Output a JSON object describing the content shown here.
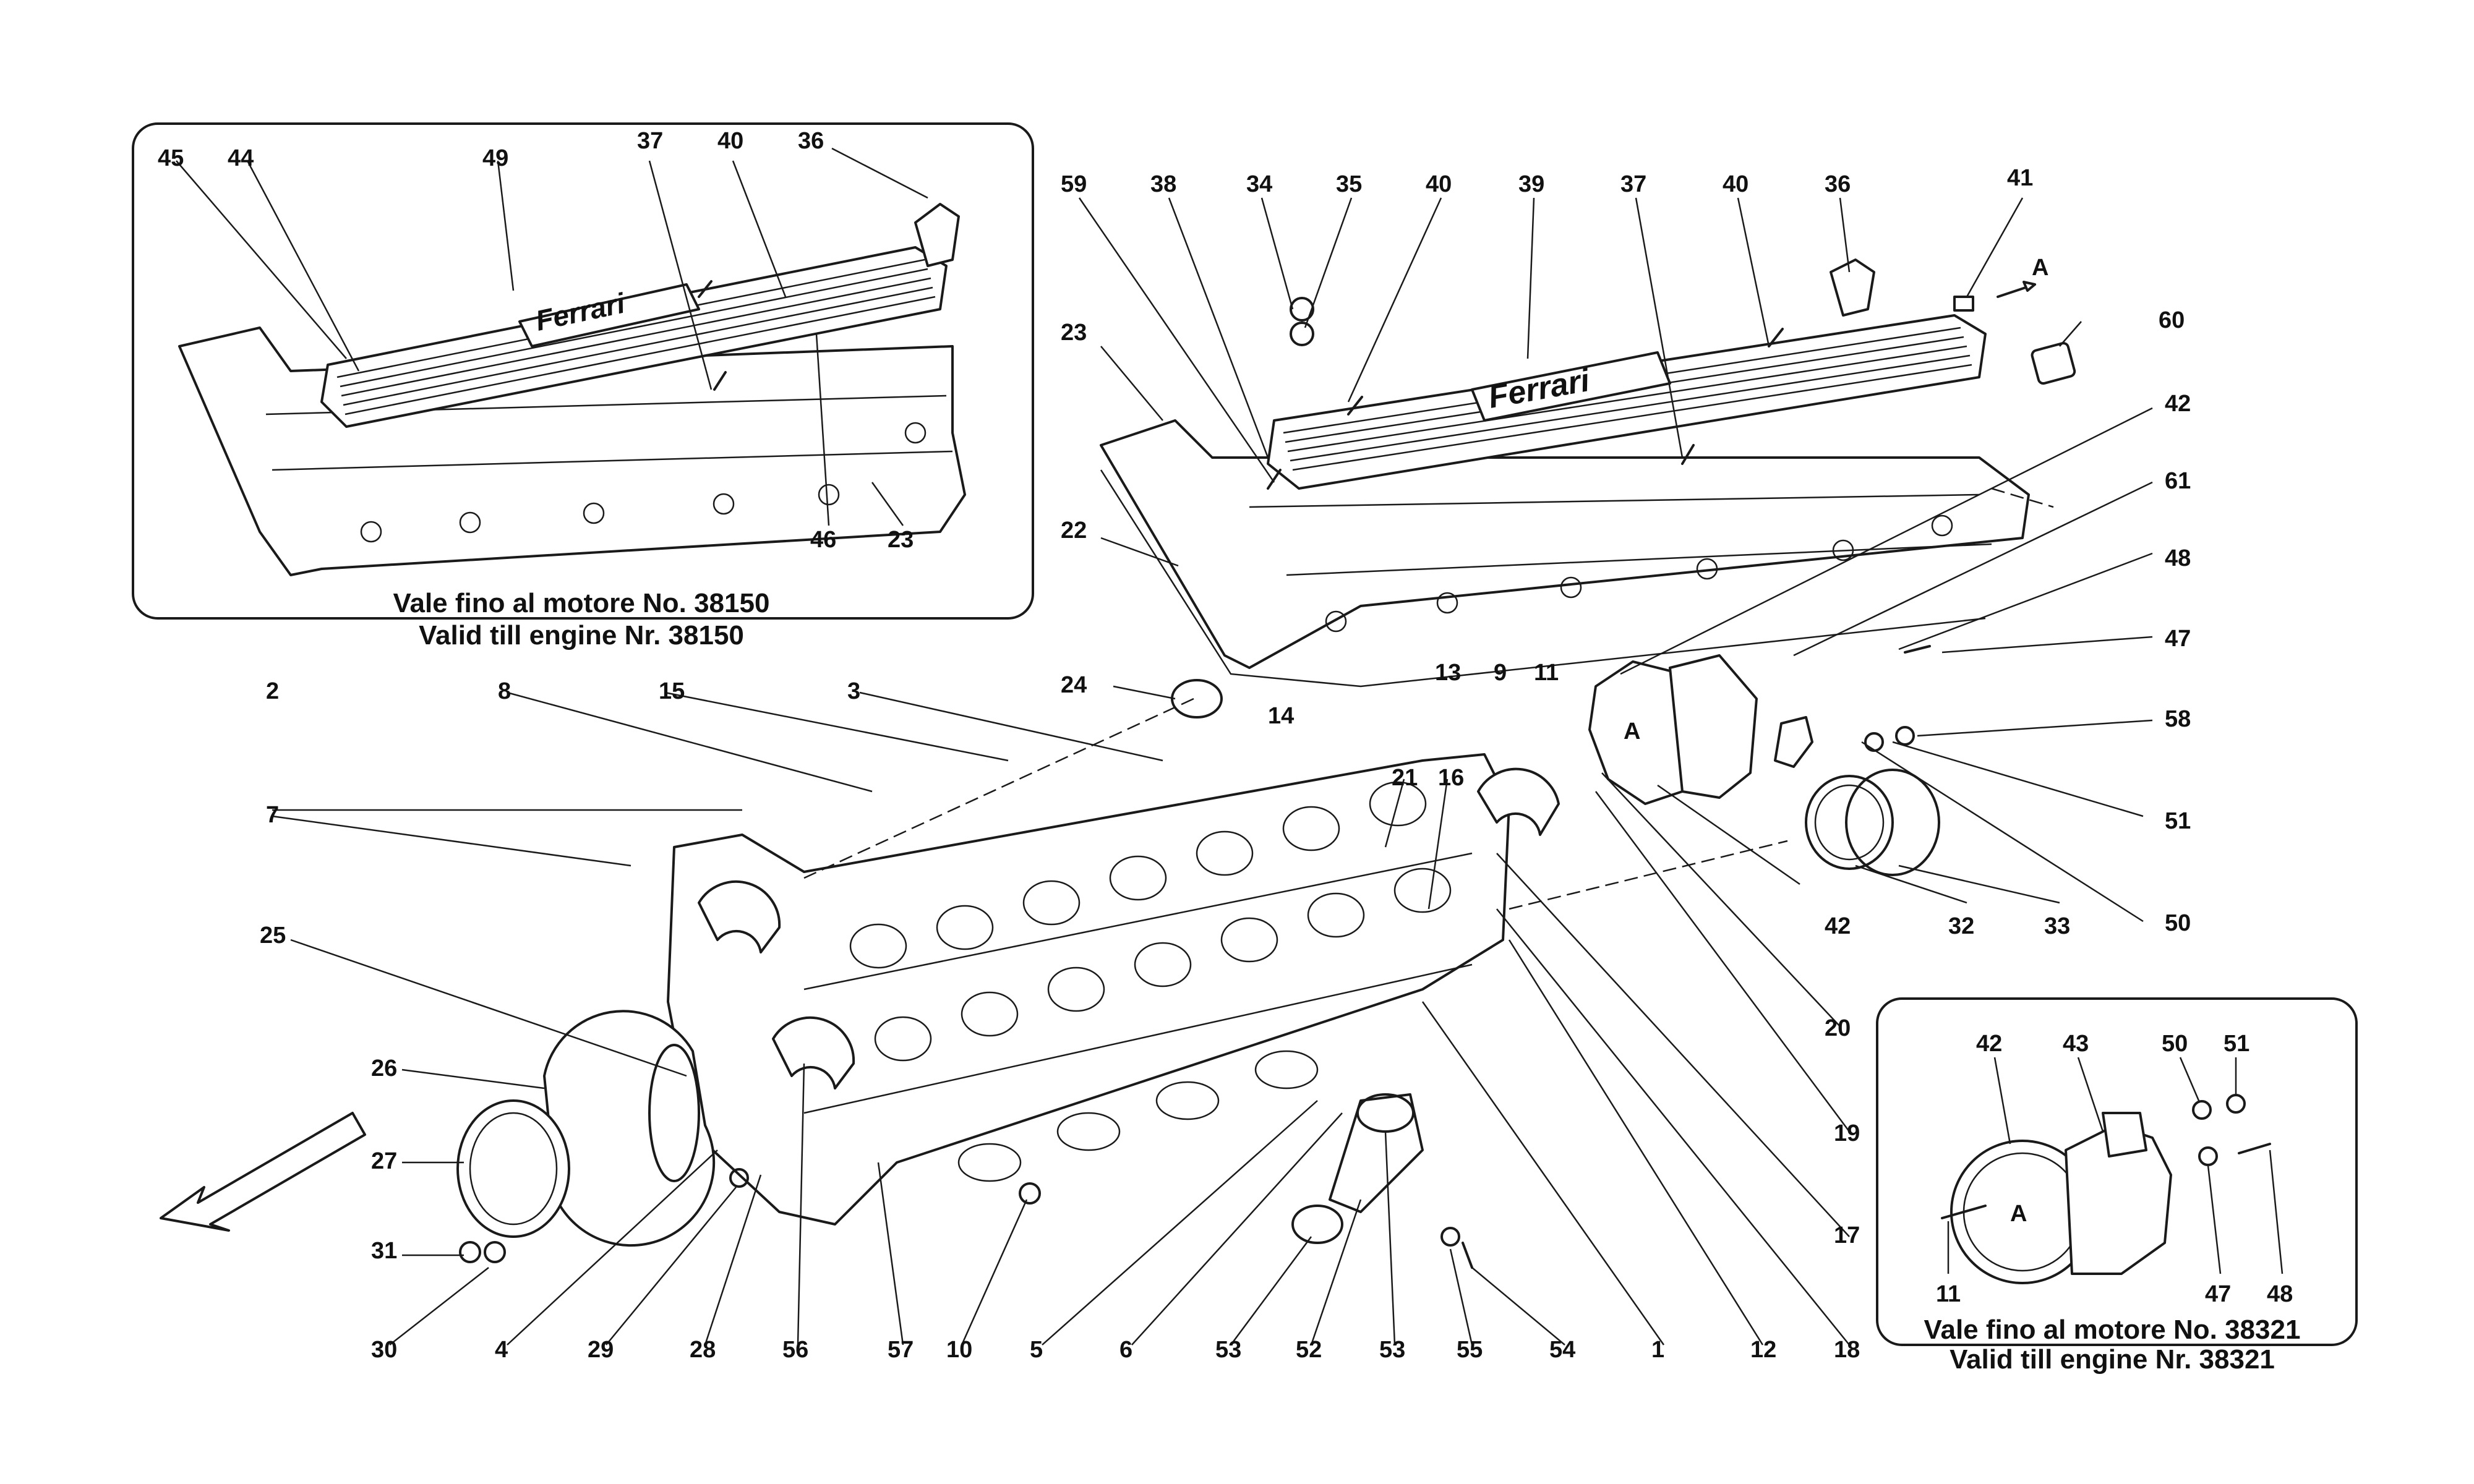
{
  "inset_top_left": {
    "caption_it": "Vale fino al motore No. 38150",
    "caption_en": "Valid till engine Nr. 38150",
    "callouts": [
      "45",
      "44",
      "49",
      "37",
      "40",
      "36",
      "46",
      "23"
    ]
  },
  "inset_bottom_right": {
    "caption_it": "Vale fino al motore No. 38321",
    "caption_en": "Valid till engine Nr. 38321",
    "callouts": [
      "42",
      "43",
      "50",
      "51",
      "11",
      "47",
      "48"
    ],
    "view_marker": "A"
  },
  "main": {
    "view_marker": "A",
    "cover_logo": "Ferrari",
    "callouts": [
      "59",
      "38",
      "34",
      "35",
      "40",
      "39",
      "37",
      "40",
      "36",
      "41",
      "60",
      "23",
      "22",
      "24",
      "42",
      "61",
      "48",
      "47",
      "58",
      "51",
      "50",
      "14",
      "13",
      "9",
      "11",
      "2",
      "8",
      "15",
      "3",
      "7",
      "21",
      "16",
      "25",
      "26",
      "27",
      "31",
      "30",
      "4",
      "29",
      "28",
      "56",
      "57",
      "10",
      "5",
      "6",
      "53",
      "52",
      "53",
      "55",
      "54",
      "1",
      "12",
      "18",
      "17",
      "19",
      "20",
      "42",
      "32",
      "33"
    ]
  },
  "icons": {
    "direction_arrow": "front-direction-arrow-icon"
  }
}
